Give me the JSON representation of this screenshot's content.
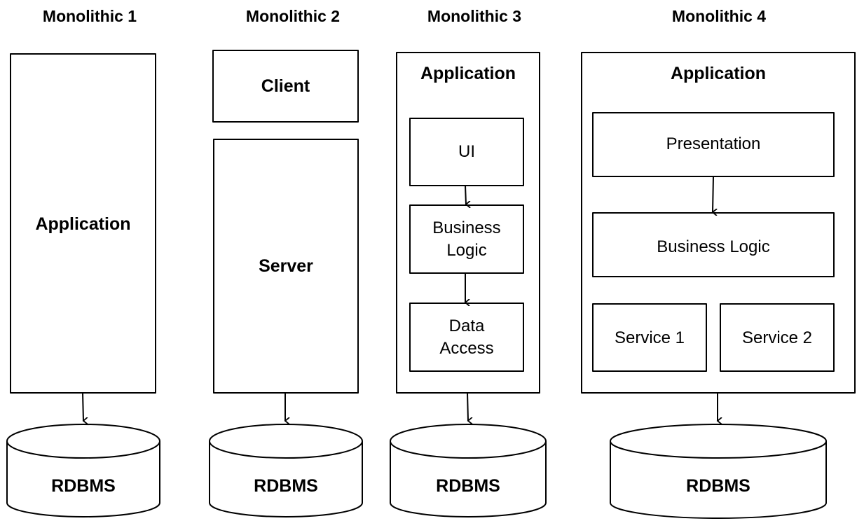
{
  "columns": [
    {
      "title": "Monolithic 1",
      "application_label": "Application",
      "db_label": "RDBMS"
    },
    {
      "title": "Monolithic 2",
      "client_label": "Client",
      "server_label": "Server",
      "db_label": "RDBMS"
    },
    {
      "title": "Monolithic 3",
      "application_label": "Application",
      "layers": [
        "UI",
        "Business\nLogic",
        "Data\nAccess"
      ],
      "db_label": "RDBMS"
    },
    {
      "title": "Monolithic 4",
      "application_label": "Application",
      "presentation_label": "Presentation",
      "business_logic_label": "Business Logic",
      "services": [
        "Service 1",
        "Service 2"
      ],
      "db_label": "RDBMS"
    }
  ]
}
